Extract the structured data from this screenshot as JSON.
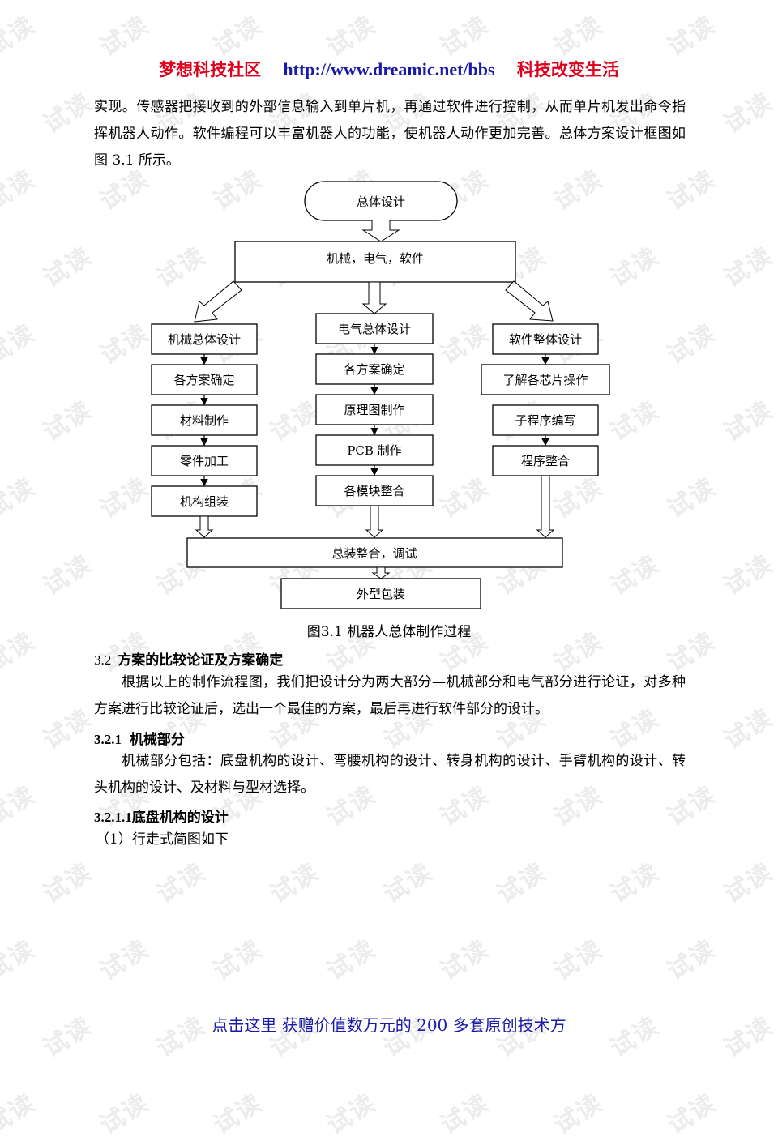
{
  "header": {
    "site_name": "梦想科技社区",
    "url": "http://www.dreamic.net/bbs",
    "slogan": "科技改变生活"
  },
  "watermark_text": "试读",
  "intro_paragraph": "实现。传感器把接收到的外部信息输入到单片机，再通过软件进行控制，从而单片机发出命令指挥机器人动作。软件编程可以丰富机器人的功能，使机器人动作更加完善。总体方案设计框图如图 3.1 所示。",
  "diagram": {
    "top": "总体设计",
    "second": "机械，电气，软件",
    "mechanical": [
      "机械总体设计",
      "各方案确定",
      "材料制作",
      "零件加工",
      "机构组装"
    ],
    "electrical": [
      "电气总体设计",
      "各方案确定",
      "原理图制作",
      "PCB 制作",
      "各模块整合"
    ],
    "software": [
      "软件整体设计",
      "了解各芯片操作",
      "子程序编写",
      "程序整合"
    ],
    "assembly": "总装整合，调试",
    "packaging": "外型包装"
  },
  "figure_caption": "图3.1  机器人总体制作过程",
  "section_3_2": {
    "number": "3.2",
    "title": "方案的比较论证及方案确定"
  },
  "para_3_2": "根据以上的制作流程图，我们把设计分为两大部分—机械部分和电气部分进行论证，对多种方案进行比较论证后，选出一个最佳的方案，最后再进行软件部分的设计。",
  "section_3_2_1": {
    "number": "3.2.1",
    "title": "机械部分"
  },
  "para_3_2_1": "机械部分包括：底盘机构的设计、弯腰机构的设计、转身机构的设计、手臂机构的设计、转头机构的设计、及材料与型材选择。",
  "section_3_2_1_1": {
    "number": "3.2.1.1",
    "title": "底盘机构的设计"
  },
  "item_1": "（1）行走式简图如下",
  "footer_link": "点击这里  获赠价值数万元的 200 多套原创技术方"
}
